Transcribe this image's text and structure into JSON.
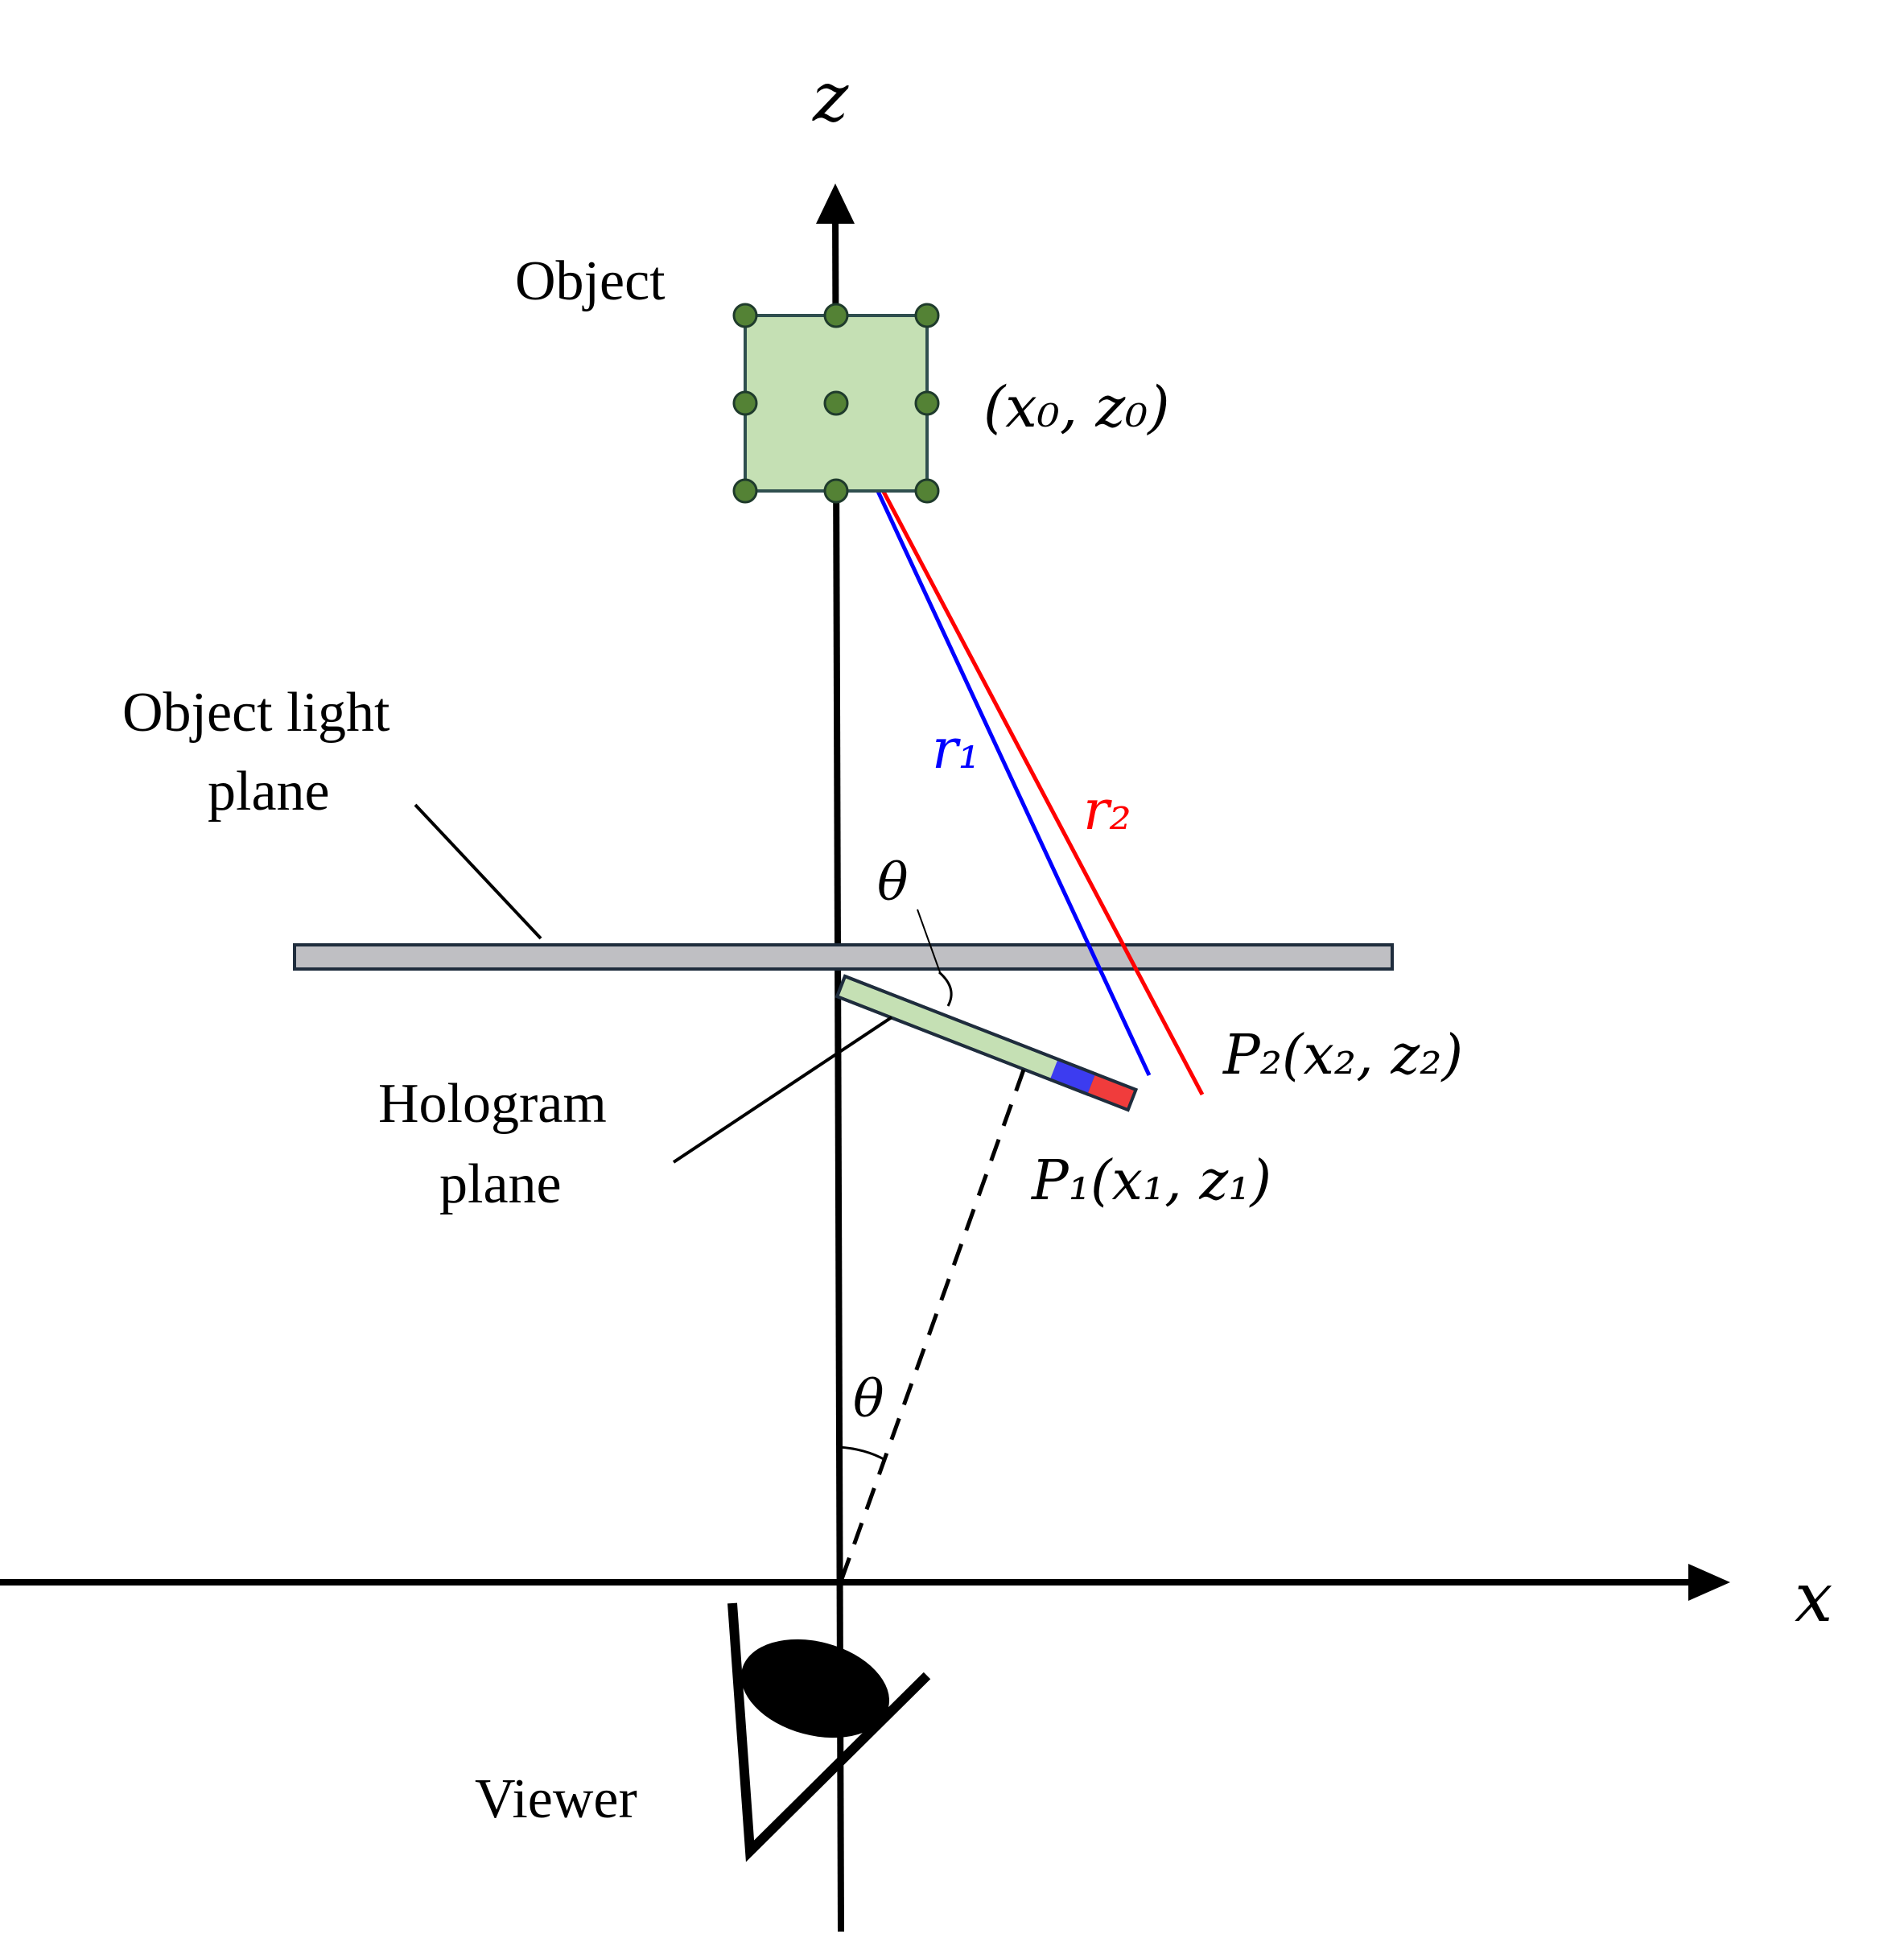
{
  "axes": {
    "z_label": "z",
    "x_label": "x"
  },
  "labels": {
    "object": "Object",
    "object_coord": "(x₀, z₀)",
    "object_light_plane_line1": "Object light",
    "object_light_plane_line2": "plane",
    "hologram_plane_line1": "Hologram",
    "hologram_plane_line2": "plane",
    "viewer": "Viewer",
    "r1": "r₁",
    "r2": "r₂",
    "theta_top": "θ",
    "theta_bottom": "θ",
    "p1": "P₁(x₁, z₁)",
    "p2": "P₂(x₂, z₂)"
  },
  "colors": {
    "axis": "#000000",
    "object_fill": "#c5e0b4",
    "object_stroke": "#2f4f4f",
    "object_dot": "#548235",
    "object_light_plane_fill": "#bfbfc3",
    "plane_stroke": "#1f2d3d",
    "hologram_fill": "#c5e0b4",
    "ray_r1": "#0000ff",
    "ray_r2": "#ff0000",
    "p1_segment": "#3c3cf0",
    "p2_segment": "#f03c3c"
  }
}
